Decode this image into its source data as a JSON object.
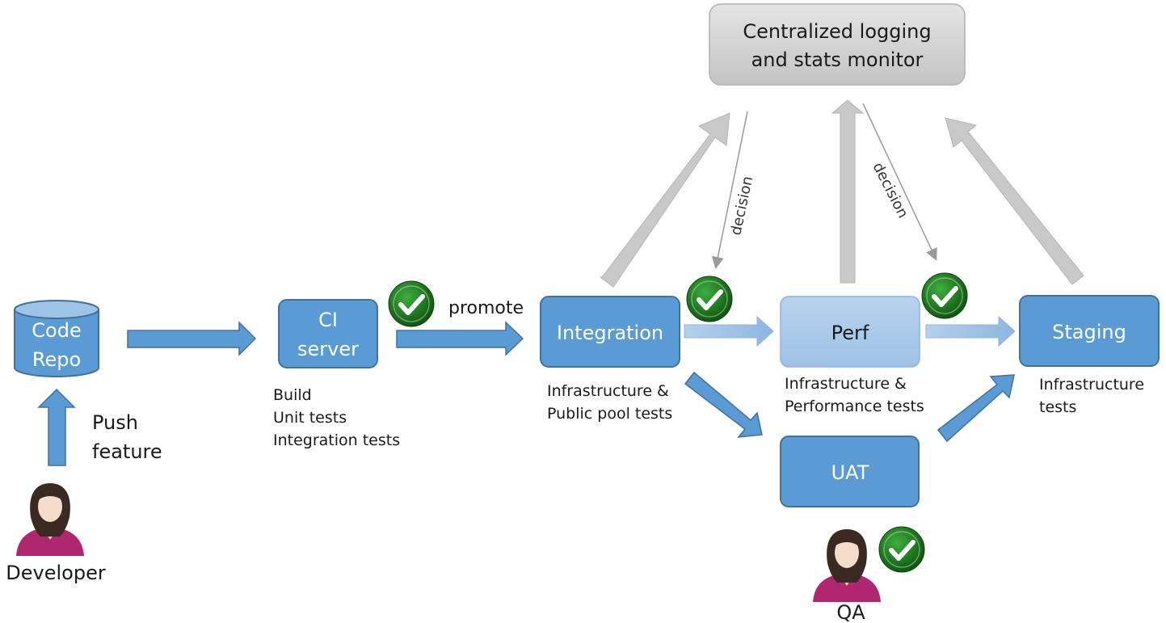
{
  "nodes": {
    "code_repo": [
      "Code",
      "Repo"
    ],
    "ci_server": [
      "CI",
      "server"
    ],
    "integration": "Integration",
    "perf": "Perf",
    "staging": "Staging",
    "uat": "UAT",
    "monitor": [
      "Centralized logging",
      "and stats monitor"
    ]
  },
  "notes": {
    "ci": [
      "Build",
      "Unit tests",
      "Integration tests"
    ],
    "integration": [
      "Infrastructure &",
      "Public pool tests"
    ],
    "perf": [
      "Infrastructure &",
      "Performance tests"
    ],
    "staging": [
      "Infrastructure",
      "tests"
    ]
  },
  "labels": {
    "push": [
      "Push",
      "feature"
    ],
    "promote": "promote",
    "decision_1": "decision",
    "decision_2": "decision"
  },
  "people": {
    "developer": "Developer",
    "qa": "QA"
  },
  "colors": {
    "box_blue": "#5b9bd5",
    "box_light_blue": "#a8c8ea",
    "monitor_gray": "#cfcfcf",
    "arrow_blue": "#5b9bd5",
    "arrow_gray": "#c9c9c9",
    "check_green": "#1e7a1e"
  },
  "icons": [
    "database-icon",
    "checkmark-icon",
    "person-icon"
  ]
}
